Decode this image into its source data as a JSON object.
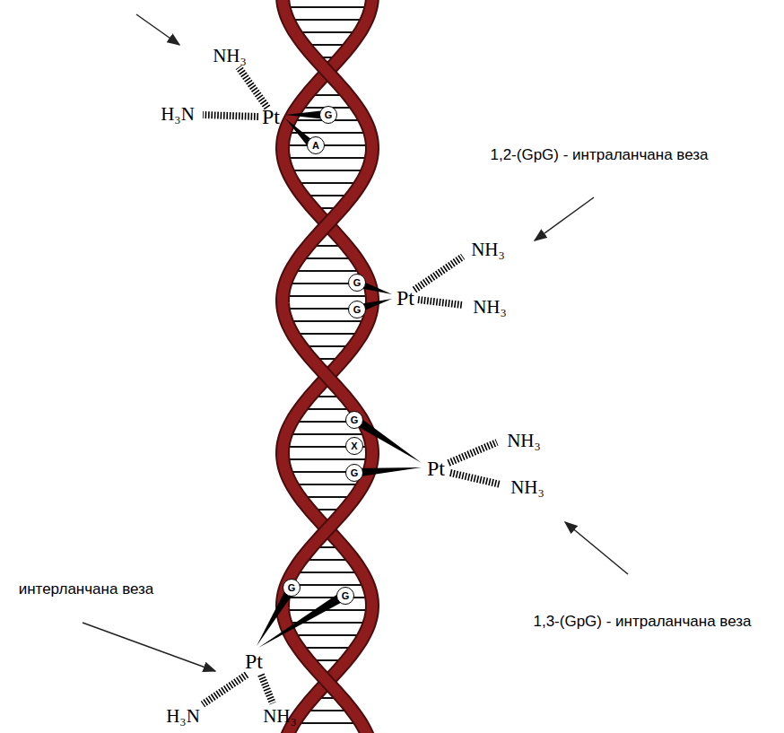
{
  "diagram": {
    "nodes": [
      {
        "text": [
          "G"
        ]
      },
      {
        "text": [
          "A"
        ]
      },
      {
        "text": [
          "G"
        ]
      },
      {
        "text": [
          "G"
        ]
      },
      {
        "text": [
          "G"
        ]
      },
      {
        "text": [
          "X"
        ]
      },
      {
        "text": [
          "G"
        ]
      },
      {
        "text": [
          "G"
        ]
      },
      {
        "text": [
          "G"
        ]
      }
    ],
    "labels": [
      "NH₃",
      "H₃N",
      "Pt",
      "1,2-(GpG) - интраланчана веза",
      "NH₃",
      "Pt",
      "NH₃",
      "NH₃",
      "Pt",
      "NH₃",
      "1,3-(GpG) - интраланчана веза",
      "интерланчана веза",
      "Pt",
      "H₃N",
      "NH₃"
    ]
  }
}
